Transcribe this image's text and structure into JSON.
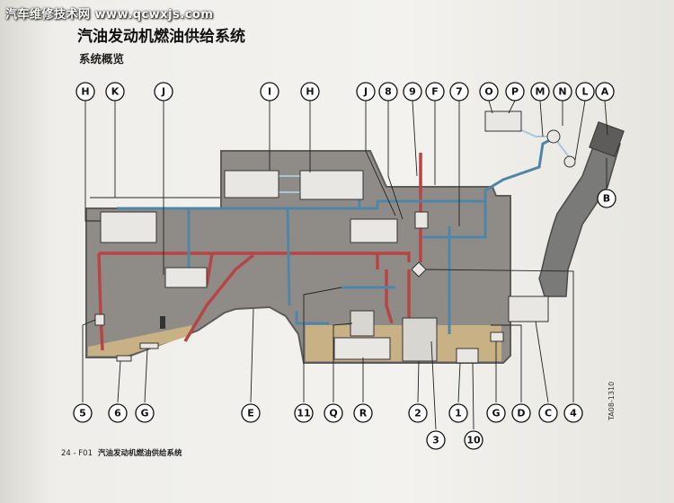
{
  "watermark": "汽车维修技术网 www.qcwxjs.com",
  "title": "汽油发动机燃油供给系统",
  "subtitle": "系统概览",
  "footer": {
    "page": "24 - F01",
    "caption": "汽油发动机燃油供给系统"
  },
  "side_code": "TA08-1310",
  "top_labels": [
    "H",
    "K",
    "J",
    "I",
    "H",
    "J",
    "8",
    "9",
    "F",
    "7",
    "O",
    "P",
    "M",
    "N",
    "L",
    "A"
  ],
  "right_label": "B",
  "bottom_labels": [
    "5",
    "6",
    "G",
    "E",
    "11",
    "Q",
    "R",
    "2",
    "3",
    "1",
    "10",
    "G",
    "D",
    "C",
    "4"
  ],
  "colors": {
    "supply": "#b84545",
    "return": "#4f86a8",
    "vent": "#a8c7d8",
    "tank": "#8f8c88",
    "fuel": "#c8b184",
    "filler": "#7a7a78"
  }
}
